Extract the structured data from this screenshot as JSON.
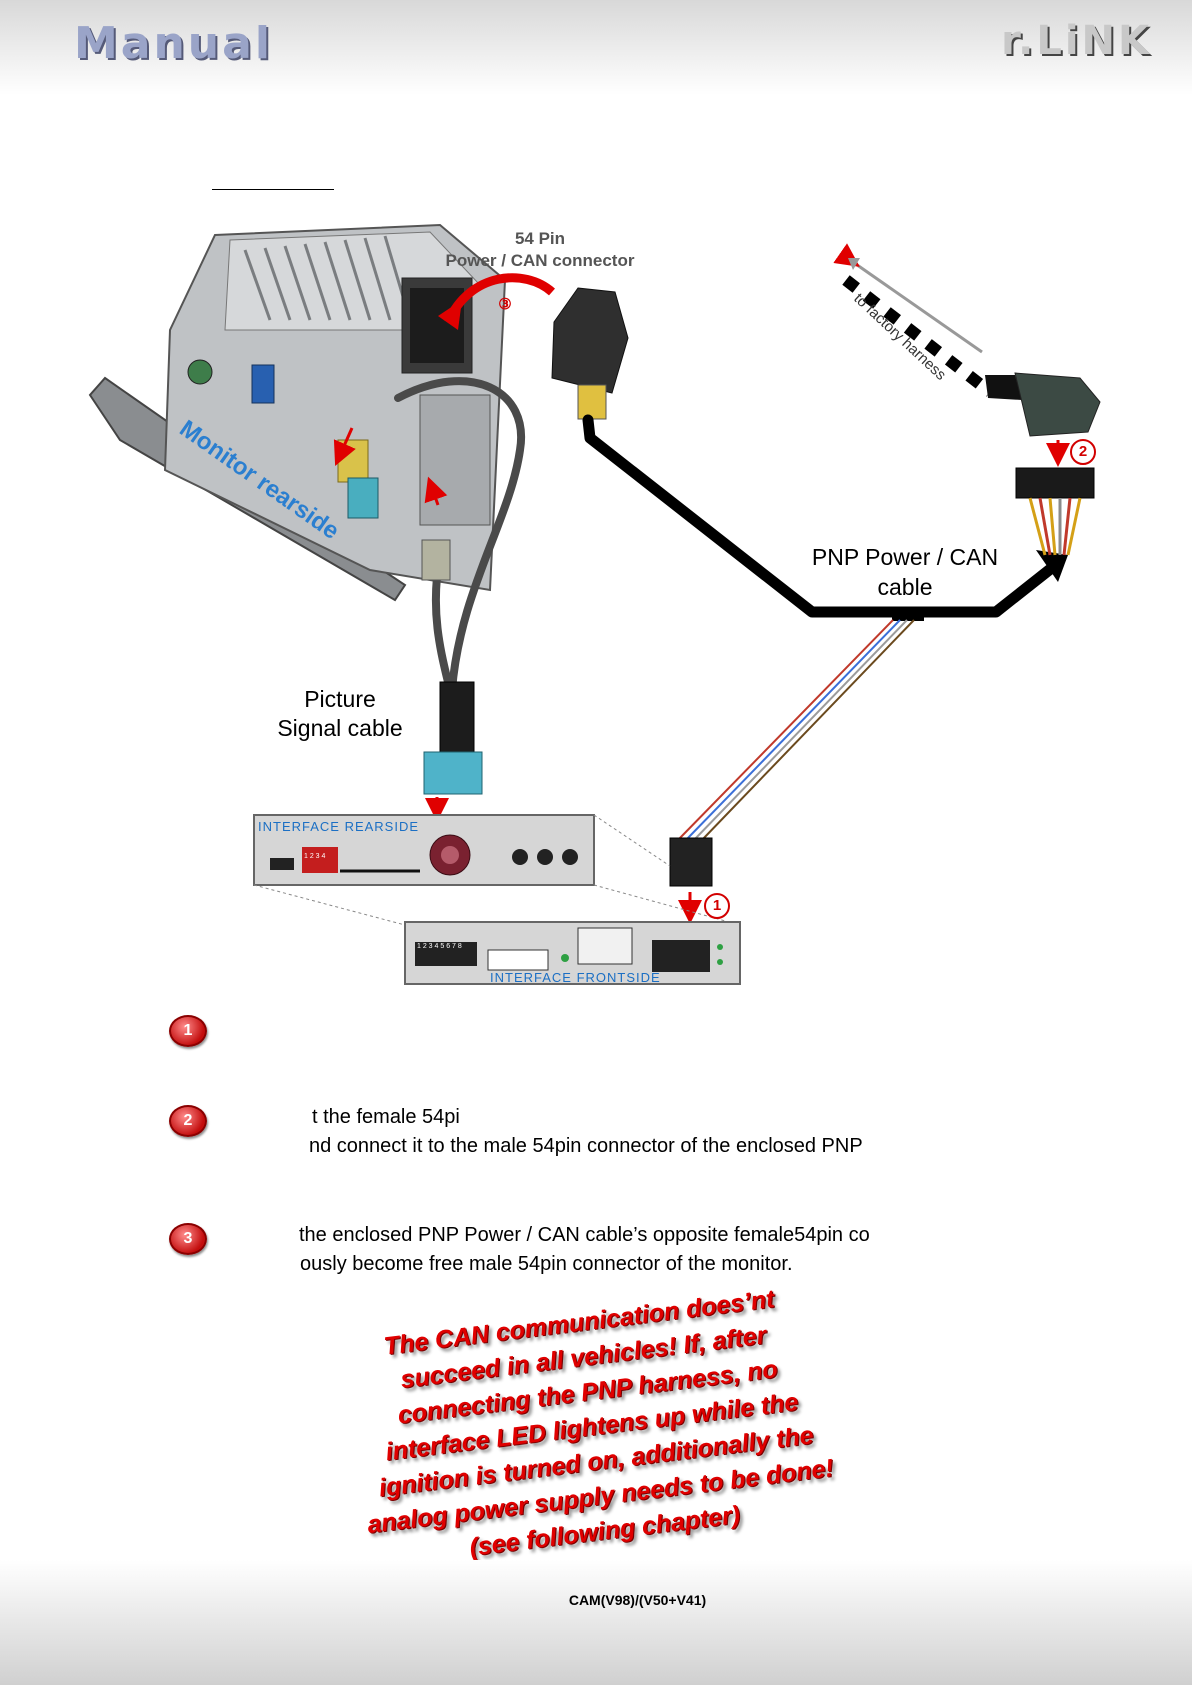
{
  "header": {
    "brand_left": "Manual",
    "brand_right": "r.LiNK"
  },
  "diagram": {
    "connector_label_line1": "54 Pin",
    "connector_label_line2": "Power / CAN connector",
    "factory_label": "to factory harness",
    "pnp_label_line1": "PNP Power / CAN",
    "pnp_label_line2": "cable",
    "picture_label_line1": "Picture",
    "picture_label_line2": "Signal cable",
    "monitor_label": "Monitor rearside",
    "interface_rear_label": "INTERFACE  REARSIDE",
    "interface_front_label": "INTERFACE  FRONTSIDE",
    "dip_rear_numbers": "1 2 3 4",
    "dip_front_numbers": "1 2 3 4 5 6 7 8",
    "callouts": [
      "1",
      "2",
      "3"
    ]
  },
  "steps": [
    {
      "badge": "1",
      "lines": []
    },
    {
      "badge": "2",
      "lines": [
        "t the female 54pi",
        "nd connect it to the male 54pin connector of the enclosed PNP"
      ]
    },
    {
      "badge": "3",
      "lines": [
        "the enclosed PNP Power / CAN cable’s opposite female54pin co",
        "ously become free male 54pin connector of the monitor."
      ]
    }
  ],
  "warning_lines": [
    "The CAN communication does’nt",
    "succeed in all vehicles! If, after",
    "connecting the PNP harness, no",
    "interface LED lightens up while the",
    "ignition is turned on, additionally the",
    "analog power supply needs to be done!",
    "(see following chapter)"
  ],
  "footer": {
    "code": "CAM(V98)/(V50+V41)"
  },
  "colors": {
    "warning_red": "#e00000",
    "badge_red": "#c30d0d",
    "interface_blue": "#1b6fc4",
    "cable_black": "#000000"
  }
}
